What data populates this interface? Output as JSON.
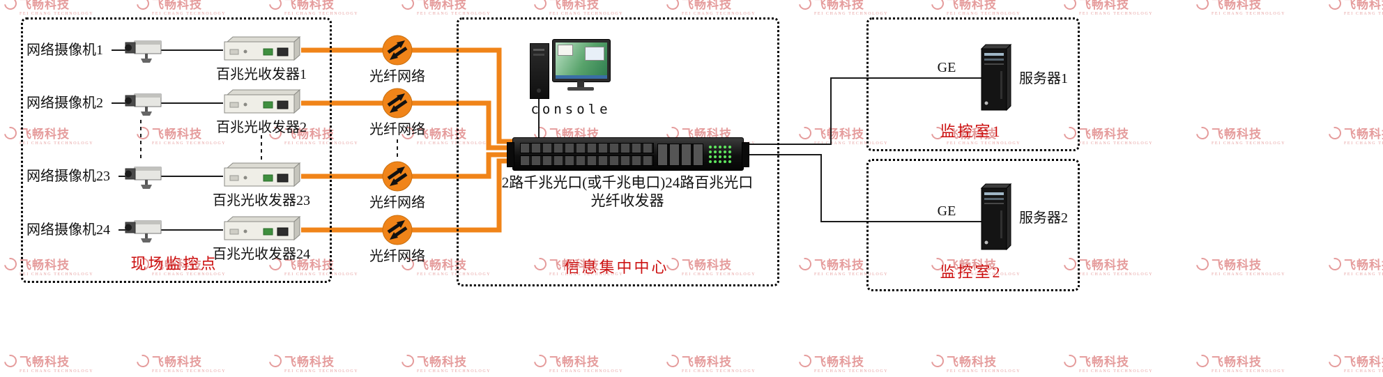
{
  "site": {
    "label": "现场监控点",
    "rows": [
      {
        "camera": "网络摄像机1",
        "transceiver": "百兆光收发器1",
        "fiber": "光纤网络"
      },
      {
        "camera": "网络摄像机2",
        "transceiver": "百兆光收发器2",
        "fiber": "光纤网络"
      },
      {
        "camera": "网络摄像机23",
        "transceiver": "百兆光收发器23",
        "fiber": "光纤网络"
      },
      {
        "camera": "网络摄像机24",
        "transceiver": "百兆光收发器24",
        "fiber": "光纤网络"
      }
    ]
  },
  "center": {
    "label": "信息集中中心",
    "console_label": "console",
    "switch_caption_line1": "2路千兆光口(或千兆电口)24路百兆光口",
    "switch_caption_line2": "光纤收发器"
  },
  "rooms": [
    {
      "label": "监控室1",
      "server": "服务器1",
      "link": "GE"
    },
    {
      "label": "监控室2",
      "server": "服务器2",
      "link": "GE"
    }
  ],
  "watermark": {
    "brand": "飞畅科技",
    "sub": "FEI CHANG TECHNOLOGY"
  },
  "colors": {
    "fiber_line_orange": "#f08419",
    "label_red": "#cc1111",
    "watermark_red": "#cc3b3b",
    "led_green": "#5fe85f"
  },
  "icons": {
    "camera": "cctv-camera-icon",
    "transceiver": "media-converter-icon",
    "fiber_node": "exchange-arrows-circle-icon",
    "console": "desktop-pc-icon",
    "switch": "rack-switch-icon",
    "server": "tower-server-icon"
  }
}
